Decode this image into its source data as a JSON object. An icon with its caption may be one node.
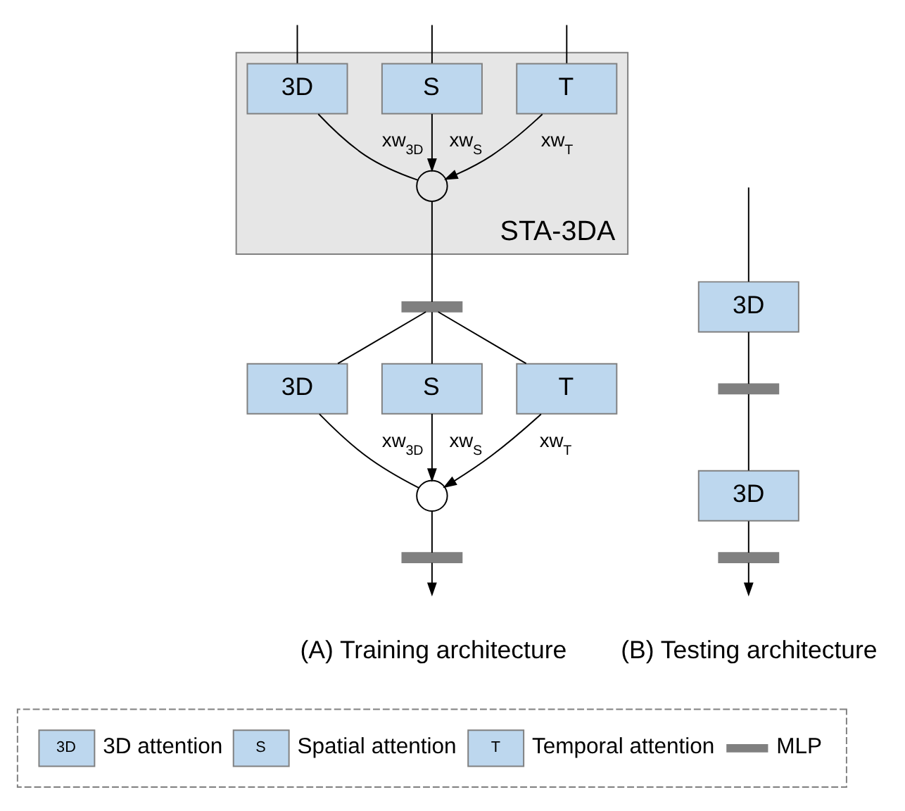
{
  "diagram": {
    "nodes": [
      {
        "text": [
          "STA-3DA"
        ]
      },
      {
        "text": [
          "3D"
        ],
        "in": 0
      },
      {
        "text": [
          "S"
        ],
        "in": 0
      },
      {
        "text": [
          "T"
        ],
        "in": 0
      },
      {
        "text": [],
        "shape": "circle",
        "in": 0
      },
      {
        "text": [],
        "shape": "bar"
      },
      {
        "text": [
          "3D"
        ]
      },
      {
        "text": [
          "S"
        ]
      },
      {
        "text": [
          "T"
        ]
      },
      {
        "text": [],
        "shape": "circle"
      },
      {
        "text": [],
        "shape": "bar"
      },
      {
        "text": [
          "3D"
        ]
      },
      {
        "text": [],
        "shape": "bar"
      },
      {
        "text": [
          "3D"
        ]
      },
      {
        "text": [],
        "shape": "bar"
      }
    ],
    "edges": [
      {
        "from": null,
        "to": 1,
        "arrow": "none"
      },
      {
        "from": null,
        "to": 2,
        "arrow": "none"
      },
      {
        "from": null,
        "to": 3,
        "arrow": "none"
      },
      {
        "from": 1,
        "to": 4,
        "arrow": "none",
        "label": "xw$_{3D}$"
      },
      {
        "from": 2,
        "to": 4,
        "arrow": "to",
        "label": "xw$_{S}$"
      },
      {
        "from": 3,
        "to": 4,
        "arrow": "to",
        "label": "xw$_{T}$"
      },
      {
        "from": 4,
        "to": 5,
        "arrow": "none"
      },
      {
        "from": 5,
        "to": 6,
        "arrow": "none"
      },
      {
        "from": 5,
        "to": 7,
        "arrow": "none"
      },
      {
        "from": 5,
        "to": 8,
        "arrow": "none"
      },
      {
        "from": 6,
        "to": 9,
        "arrow": "none",
        "label": "xw$_{3D}$"
      },
      {
        "from": 7,
        "to": 9,
        "arrow": "to",
        "label": "xw$_{S}$"
      },
      {
        "from": 8,
        "to": 9,
        "arrow": "to",
        "label": "xw$_{T}$"
      },
      {
        "from": 9,
        "to": 10,
        "arrow": "none"
      },
      {
        "from": 10,
        "to": null,
        "arrow": "to"
      },
      {
        "from": null,
        "to": 11,
        "arrow": "none"
      },
      {
        "from": 11,
        "to": 12,
        "arrow": "none"
      },
      {
        "from": 12,
        "to": 13,
        "arrow": "none"
      },
      {
        "from": 13,
        "to": 14,
        "arrow": "none"
      },
      {
        "from": 14,
        "to": null,
        "arrow": "to"
      }
    ],
    "labels": [
      "(A) Training architecture",
      "(B) Testing architecture",
      "3D",
      "S",
      "T"
    ],
    "legend": [
      {
        "text": "3D attention",
        "color": "#bdd7ee"
      },
      {
        "text": "Spatial attention",
        "color": "#bdd7ee"
      },
      {
        "text": "Temporal attention",
        "color": "#bdd7ee"
      },
      {
        "text": "MLP",
        "color": "#808080"
      }
    ]
  }
}
